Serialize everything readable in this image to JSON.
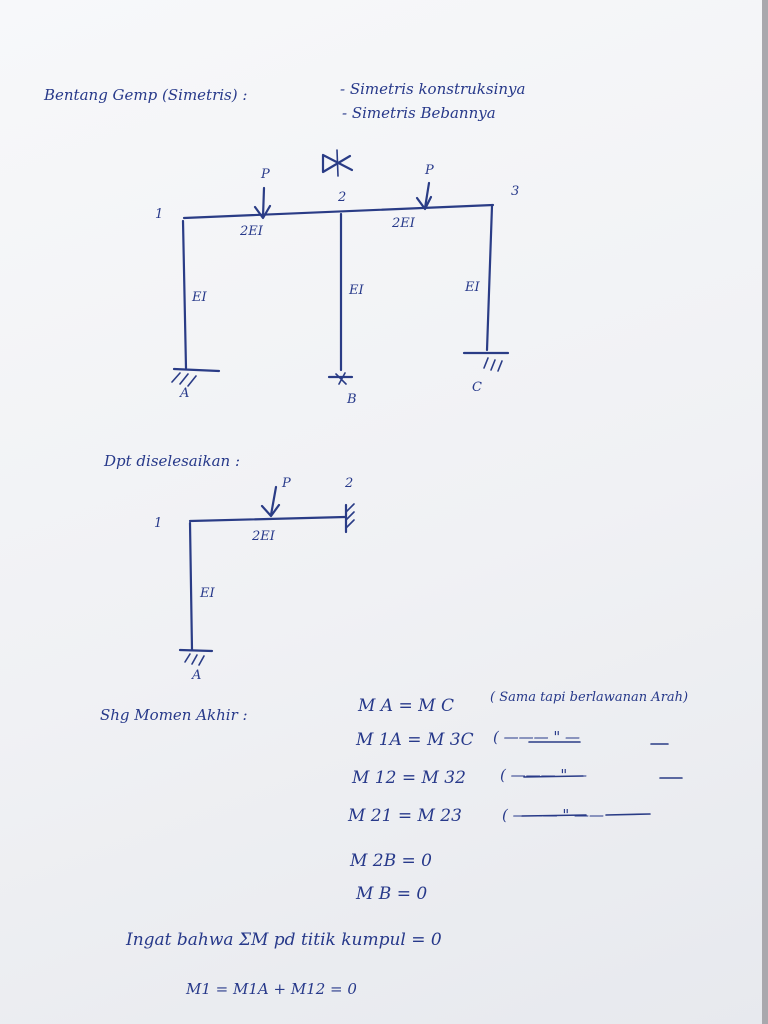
{
  "header": {
    "title": "Bentang Gemp (Simetris) :",
    "line1": "- Simetris konstruksinya",
    "line2": "- Simetris Bebannya"
  },
  "frame1": {
    "joints": [
      "1",
      "2",
      "3"
    ],
    "supports": [
      "A",
      "B",
      "C"
    ],
    "loads": [
      "P",
      "P"
    ],
    "beam_labels": [
      "2EI",
      "2EI"
    ],
    "column_labels": [
      "EI",
      "EI",
      "EI"
    ]
  },
  "section2": {
    "heading": "Dpt diselesaikan :",
    "joints": [
      "1",
      "2"
    ],
    "load": "P",
    "beam_label": "2EI",
    "column_label": "EI",
    "support": "A"
  },
  "moments": {
    "heading": "Shg Momen Akhir :",
    "rows": [
      {
        "lhs": "M A = M C",
        "note": "( Sama tapi berlawanan Arah)"
      },
      {
        "lhs": "M 1A = M 3C",
        "note": "( ——— \" —"
      },
      {
        "lhs": "M 12 = M 32",
        "note": "( ——— \" —"
      },
      {
        "lhs": "M 21 = M 23",
        "note": "( ——— \" ——"
      },
      {
        "lhs": "M 2B = 0",
        "note": ""
      },
      {
        "lhs": "M B = 0",
        "note": ""
      }
    ]
  },
  "footer": {
    "remember": "Ingat bahwa ΣM pd titik kumpul = 0",
    "equation": "M1 = M1A + M12 = 0"
  }
}
